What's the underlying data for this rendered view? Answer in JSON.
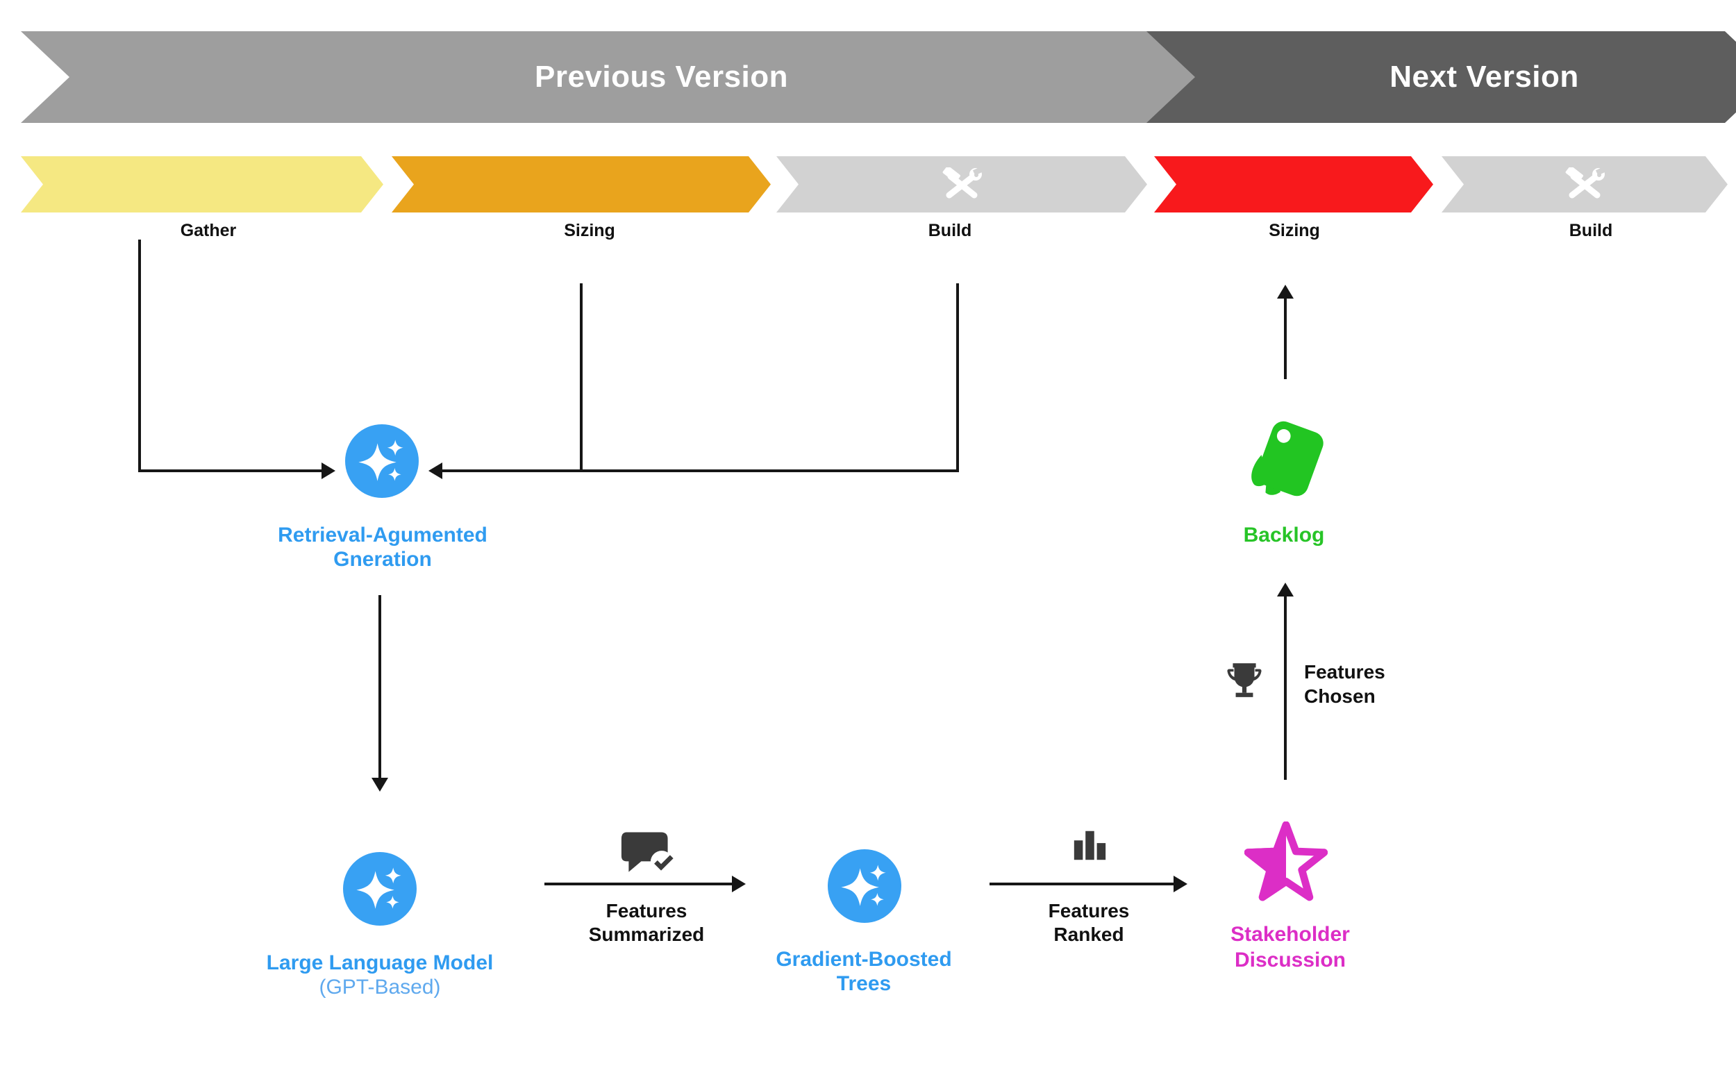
{
  "banner": {
    "previous_label": "Previous Version",
    "next_label": "Next Version"
  },
  "stage_labels": {
    "s1": "Gather",
    "s2": "Sizing",
    "s3": "Build",
    "s4": "Sizing",
    "s5": "Build"
  },
  "nodes": {
    "rag": {
      "line1": "Retrieval-Agumented",
      "line2": "Gneration"
    },
    "llm": {
      "line1": "Large Language Model",
      "line2": "(GPT-Based)"
    },
    "gbt": {
      "line1": "Gradient-Boosted",
      "line2": "Trees"
    },
    "stakeholder": {
      "line1": "Stakeholder",
      "line2": "Discussion"
    },
    "backlog": {
      "label": "Backlog"
    }
  },
  "edge_labels": {
    "summarized": {
      "line1": "Features",
      "line2": "Summarized"
    },
    "ranked": {
      "line1": "Features",
      "line2": "Ranked"
    },
    "chosen": {
      "line1": "Features",
      "line2": "Chosen"
    }
  },
  "icons": {
    "build_stage": "tools-icon",
    "rag": "sparkles-icon",
    "llm": "sparkles-icon",
    "gbt": "sparkles-icon",
    "summarized": "chat-check-icon",
    "ranked": "bar-chart-icon",
    "chosen": "trophy-icon",
    "stakeholder": "star-half-icon",
    "backlog": "swatch-cards-icon"
  },
  "colors": {
    "banner_previous": "#9e9e9e",
    "banner_next": "#5e5e5e",
    "stage_gather": "#f5e882",
    "stage_sizing_prev": "#e9a41d",
    "stage_build": "#d2d2d2",
    "stage_sizing_next": "#f8191c",
    "node_blue": "#38a1f3",
    "text_blue": "#2f9bf0",
    "text_blue_light": "#5fa9ee",
    "green": "#22c522",
    "magenta": "#dc2ec6",
    "icon_dark": "#3a3a3a",
    "connector": "#161616"
  }
}
